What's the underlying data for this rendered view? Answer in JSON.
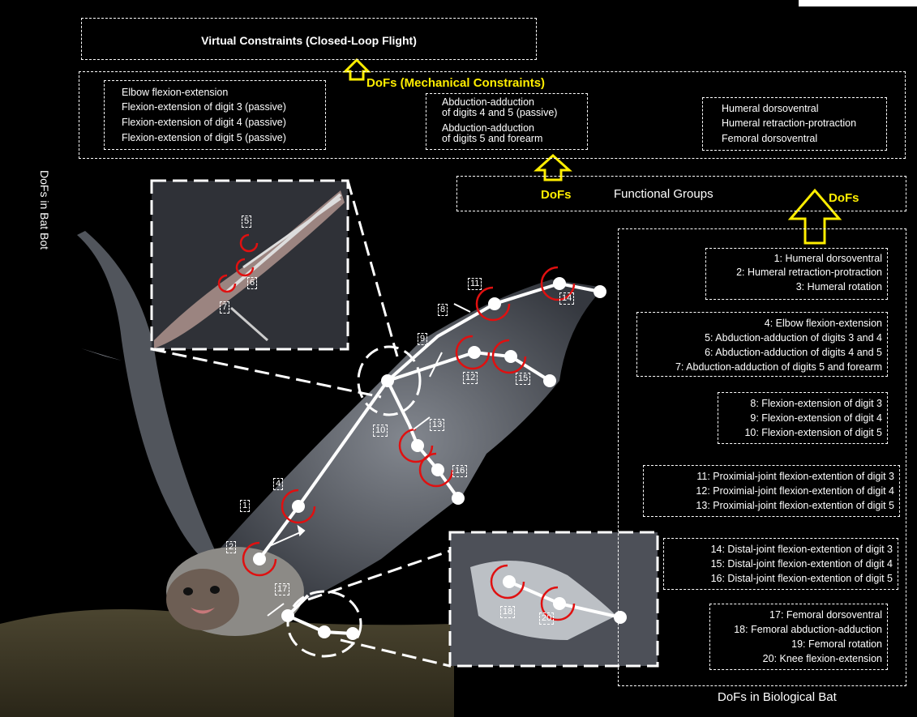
{
  "virtual_constraints_title": "Virtual Constraints (Closed-Loop Flight)",
  "mechanical_constraints_title": "DoFs (Mechanical Constraints)",
  "bat_bot_side_label": "DoFs in Bat Bot",
  "bat_bot_groups": {
    "group1": [
      "Elbow flexion-extension",
      "Flexion-extension of digit 3 (passive)",
      "Flexion-extension of digit 4 (passive)",
      "Flexion-extension of digit 5 (passive)"
    ],
    "group2": [
      "Abduction-adduction",
      "of digits 4 and 5 (passive)",
      "Abduction-adduction",
      "of digits 5 and forearm"
    ],
    "group3": [
      "Humeral dorsoventral",
      "Humeral retraction-protraction",
      "Femoral dorsoventral"
    ]
  },
  "arrow_labels": {
    "functional_dofs": "DoFs",
    "biological_dofs": "DoFs"
  },
  "functional_groups_title": "Functional Groups",
  "biological_bat_title": "DoFs in Biological Bat",
  "biological_groups": [
    [
      "1: Humeral dorsoventral",
      "2: Humeral retraction-protraction",
      "3: Humeral rotation"
    ],
    [
      "4: Elbow flexion-extension",
      "5: Abduction-adduction of digits 3 and 4",
      "6: Abduction-adduction of digits 4 and 5",
      "7: Abduction-adduction of digits 5 and forearm"
    ],
    [
      "8: Flexion-extension of digit 3",
      "9: Flexion-extension of digit 4",
      "10: Flexion-extension of digit 5"
    ],
    [
      "11: Proximial-joint flexion-extention of digit 3",
      "12: Proximial-joint flexion-extention of digit 4",
      "13: Proximial-joint flexion-extention of digit 5"
    ],
    [
      "14: Distal-joint flexion-extention of digit 3",
      "15: Distal-joint flexion-extention of digit 4",
      "16: Distal-joint flexion-extention of digit 5"
    ],
    [
      "17: Femoral dorsoventral",
      "18: Femoral abduction-adduction",
      "19: Femoral rotation",
      "20: Knee flexion-extension"
    ]
  ],
  "joint_labels": [
    "1",
    "2",
    "4",
    "5",
    "6",
    "7",
    "8",
    "9",
    "10",
    "11",
    "12",
    "13",
    "14",
    "15",
    "16",
    "17",
    "18",
    "20"
  ],
  "colors": {
    "background": "#000000",
    "arrow_yellow": "#ffee00",
    "joint_red": "#e01010",
    "skeleton": "#ffffff"
  }
}
